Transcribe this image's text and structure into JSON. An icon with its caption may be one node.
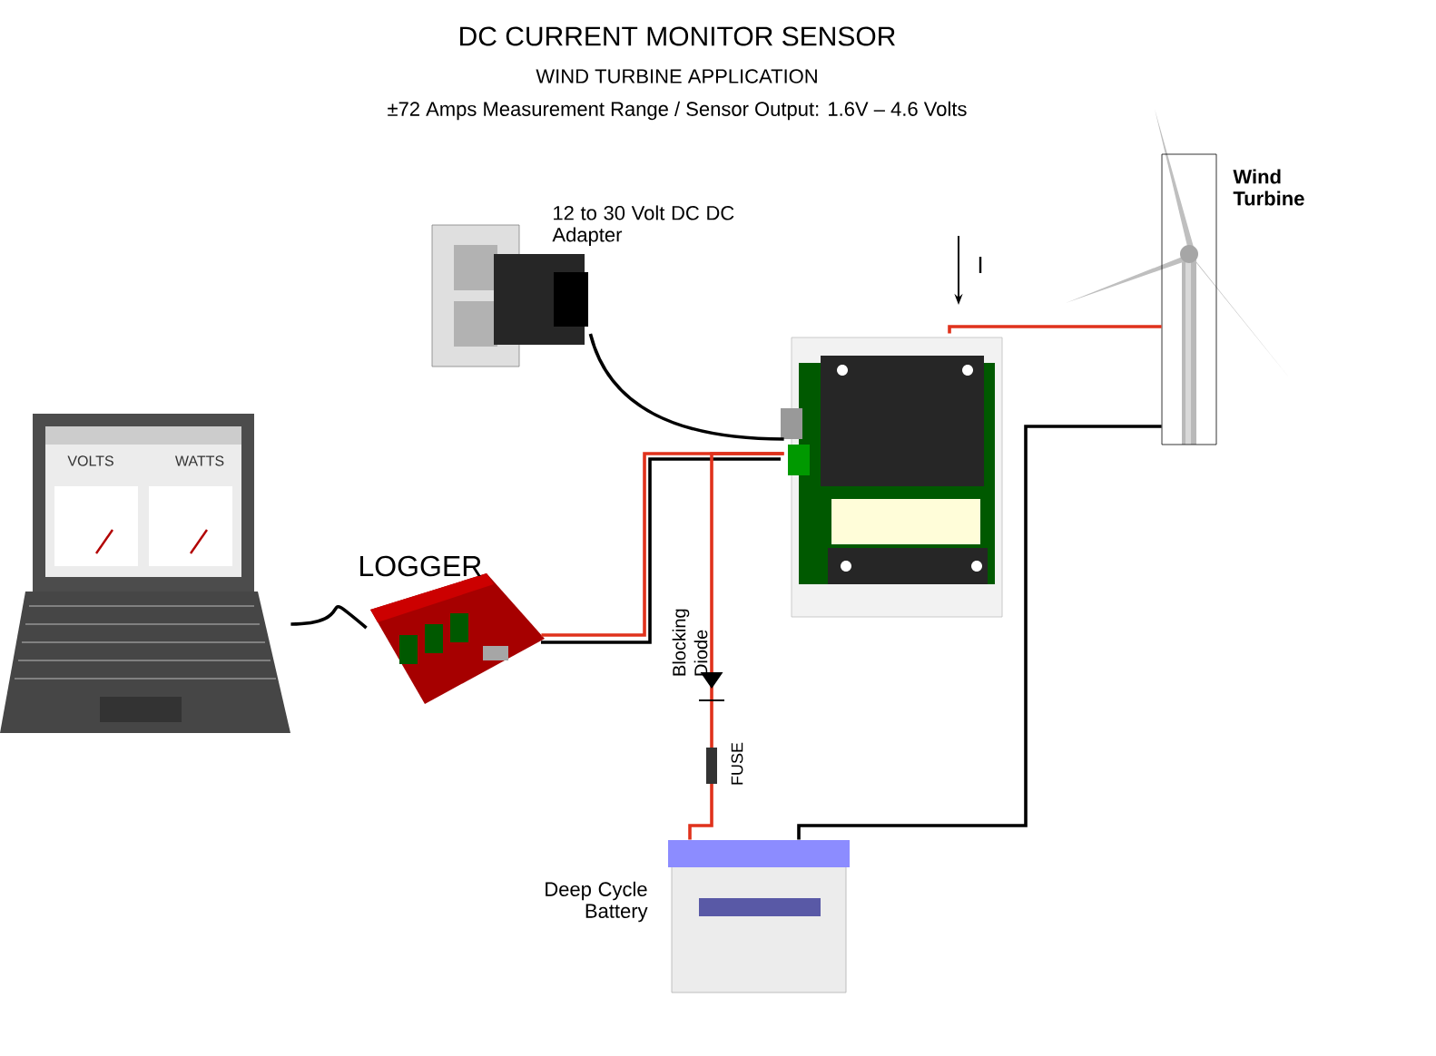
{
  "diagram": {
    "title": "DC CURRENT MONITOR SENSOR",
    "nodes": [
      {
        "text": [],
        "shape": "picture"
      },
      {
        "text": [],
        "shape": "picture",
        "beside": [
          "LOGGER"
        ]
      },
      {
        "text": [],
        "shape": "picture",
        "beside": [
          "12 to 30 Volt DC DC Adapter"
        ]
      },
      {
        "text": [],
        "shape": "picture"
      },
      {
        "text": [
          "Wind Turbine"
        ]
      },
      {
        "text": [],
        "shape": "picture",
        "beside": [
          "Deep Cycle Battery"
        ]
      }
    ],
    "edges": [
      {
        "from": 0,
        "to": 1,
        "arrow": "none"
      },
      {
        "from": 2,
        "to": 3,
        "arrow": "none"
      },
      {
        "from": 1,
        "to": 3,
        "arrow": "none",
        "color": "#e0321c"
      },
      {
        "from": 3,
        "to": 4,
        "arrow": "none",
        "color": "#e0321c"
      },
      {
        "from": 4,
        "to": 5,
        "arrow": "none"
      },
      {
        "from": 3,
        "to": 5,
        "arrow": "to",
        "color": "#e0321c"
      }
    ],
    "labels": [
      "WIND TURBINE APPLICATION",
      "±72 Amps Measurement Range / Sensor Output:  1.6V – 4.6 Volts",
      "VOLTS",
      "WATTS",
      "I",
      "Blocking Diode",
      "FUSE"
    ]
  }
}
